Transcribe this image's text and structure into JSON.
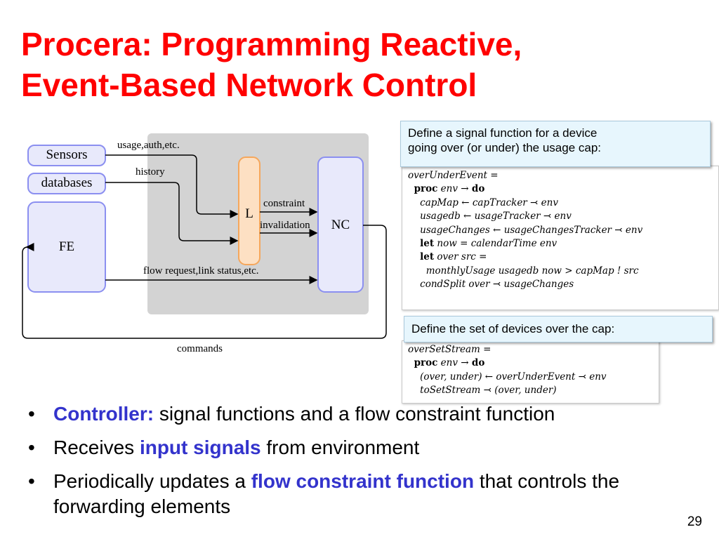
{
  "title": {
    "line1": "Procera: Programming Reactive,",
    "line2": "Event-Based Network Control"
  },
  "diagram": {
    "nodes": {
      "sensors": "Sensors",
      "databases": "databases",
      "fe": "FE",
      "l": "L",
      "nc": "NC"
    },
    "edges": {
      "usage": "usage,auth,etc.",
      "history": "history",
      "constraint": "constraint",
      "invalidation": "invalidation",
      "flow_request": "flow request,link status,etc.",
      "commands": "commands"
    }
  },
  "callout1": {
    "line1": "Define a signal function for a device",
    "line2": "going over (or under) the usage cap:"
  },
  "code1": [
    {
      "seg": [
        {
          "t": "overUnderEvent ="
        }
      ]
    },
    {
      "seg": [
        {
          "t": "  "
        },
        {
          "k": "proc"
        },
        {
          "t": " env → "
        },
        {
          "k": "do"
        }
      ]
    },
    {
      "seg": [
        {
          "t": "    capMap ← capTracker ⤙ env"
        }
      ]
    },
    {
      "seg": [
        {
          "t": "    usagedb ← usageTracker ⤙ env"
        }
      ]
    },
    {
      "seg": [
        {
          "t": "    usageChanges ← usageChangesTracker ⤙ env"
        }
      ]
    },
    {
      "seg": [
        {
          "t": "    "
        },
        {
          "k": "let"
        },
        {
          "t": " now = calendarTime env"
        }
      ]
    },
    {
      "seg": [
        {
          "t": "    "
        },
        {
          "k": "let"
        },
        {
          "t": " over src ="
        }
      ]
    },
    {
      "seg": [
        {
          "t": "      monthlyUsage usagedb now > capMap ! src"
        }
      ]
    },
    {
      "seg": [
        {
          "t": "    condSplit over ⤙ usageChanges"
        }
      ]
    }
  ],
  "callout2": {
    "text": "Define the set of devices over the cap:"
  },
  "code2": [
    {
      "seg": [
        {
          "t": "overSetStream ="
        }
      ]
    },
    {
      "seg": [
        {
          "t": "  "
        },
        {
          "k": "proc"
        },
        {
          "t": " env → "
        },
        {
          "k": "do"
        }
      ]
    },
    {
      "seg": [
        {
          "t": "    (over, under) ← overUnderEvent ⤙ env"
        }
      ]
    },
    {
      "seg": [
        {
          "t": "    toSetStream ⤙ (over, under)"
        }
      ]
    }
  ],
  "bullets": [
    {
      "dot": "•",
      "pre": "",
      "highlight": "Controller:",
      "post": " signal functions and a flow constraint function"
    },
    {
      "dot": "•",
      "pre": "Receives ",
      "highlight": "input signals",
      "post": " from environment"
    },
    {
      "dot": "•",
      "pre": "Periodically updates a ",
      "highlight": "flow constraint function",
      "post": " that controls the forwarding elements"
    }
  ],
  "slide_number": "29",
  "colors": {
    "title": "#ff0000",
    "highlight": "#3333cc",
    "node_fill": "#e8e9fb",
    "node_stroke": "#8b8ff0",
    "l_fill": "#fde0c3",
    "l_stroke": "#f5a75c",
    "panel": "#d3d3d3",
    "callout_bg": "#e7f6fd"
  }
}
